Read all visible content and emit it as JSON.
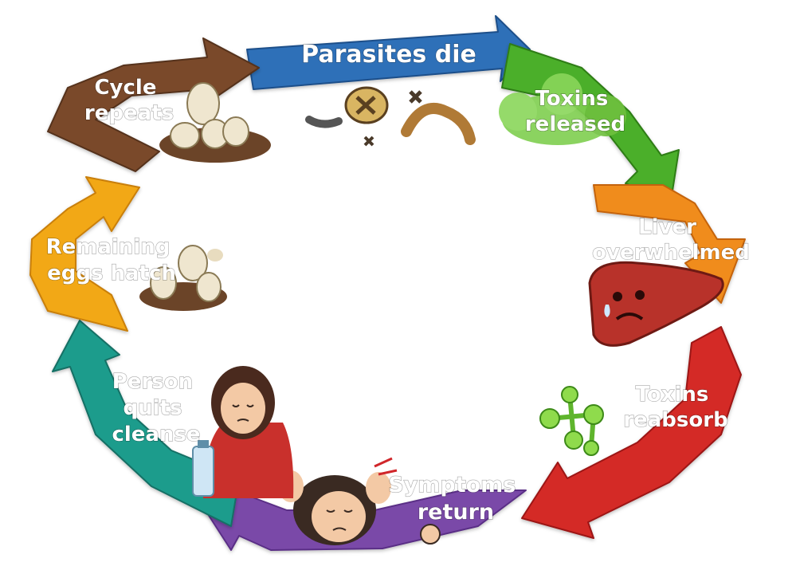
{
  "diagram": {
    "type": "cycle",
    "steps": [
      {
        "lines": [
          "Parasites die"
        ],
        "color": "#2f6fb8",
        "dark": "#1f4f8a",
        "icon": "dead-parasites-icon"
      },
      {
        "lines": [
          "Toxins",
          "released"
        ],
        "color": "#4caf2a",
        "dark": "#2f7d14",
        "icon": "toxic-cloud-icon"
      },
      {
        "lines": [
          "Liver",
          "overwhelmed"
        ],
        "color": "#f08c1a",
        "dark": "#c4640b",
        "icon": "sad-liver-icon"
      },
      {
        "lines": [
          "Toxins",
          "reabsorb"
        ],
        "color": "#d42a26",
        "dark": "#9c1614",
        "icon": "molecule-icon"
      },
      {
        "lines": [
          "Symptoms",
          "return"
        ],
        "color": "#7a4aa8",
        "dark": "#5a2f86",
        "icon": "headache-person-icon"
      },
      {
        "lines": [
          "Person",
          "quits",
          "cleanse"
        ],
        "color": "#1f9c8c",
        "dark": "#127065",
        "icon": "tired-person-icon"
      },
      {
        "lines": [
          "Remaining",
          "eggs hatch"
        ],
        "color": "#f2a814",
        "dark": "#c97f07",
        "icon": "hatching-eggs-icon"
      },
      {
        "lines": [
          "Cycle",
          "repeats"
        ],
        "color": "#7a4a2a",
        "dark": "#54301a",
        "icon": "eggs-icon"
      }
    ]
  }
}
